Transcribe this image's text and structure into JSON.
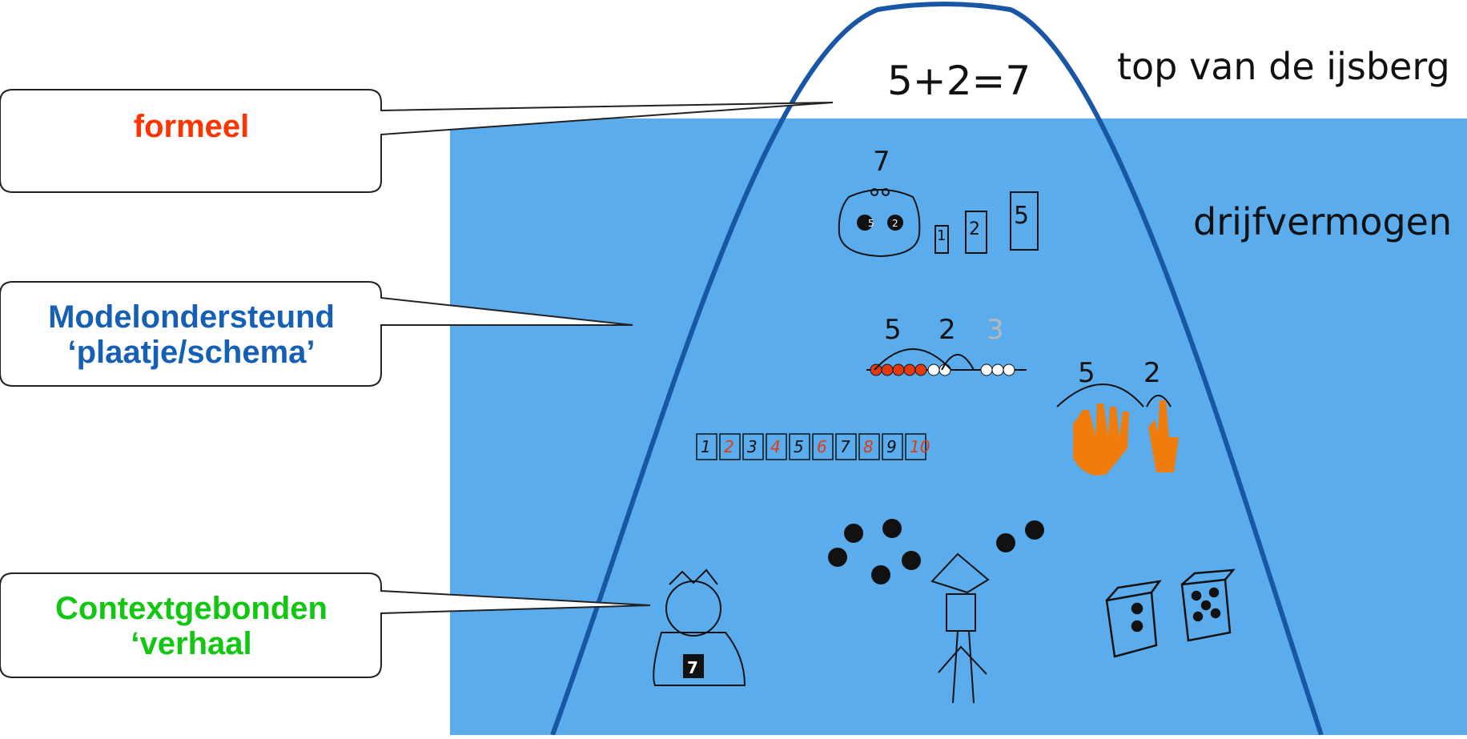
{
  "labels": {
    "formal": "formeel",
    "model_line1": "Modelondersteund",
    "model_line2": "‘plaatje/schema’",
    "context_line1": "Contextgebonden",
    "context_line2": "‘verhaal"
  },
  "iceberg": {
    "formula": "5+2=7",
    "tip_label": "top van de ijsberg",
    "buoyancy_label": "drijfvermogen",
    "purse_number": "7",
    "weights": [
      "1",
      "2",
      "5"
    ],
    "bead_numbers": [
      "5",
      "2",
      "3"
    ],
    "hand_numbers": [
      "5",
      "2"
    ],
    "number_strip": [
      "1",
      "2",
      "3",
      "4",
      "5",
      "6",
      "7",
      "8",
      "9",
      "10"
    ],
    "card_number": "7"
  },
  "colors": {
    "water": "#5aaced",
    "outline": "#1a56a6",
    "formal": "#ff3300",
    "model": "#1560b5",
    "context": "#11c711",
    "orange": "#f07c0c",
    "red_bead": "#e23a10"
  }
}
